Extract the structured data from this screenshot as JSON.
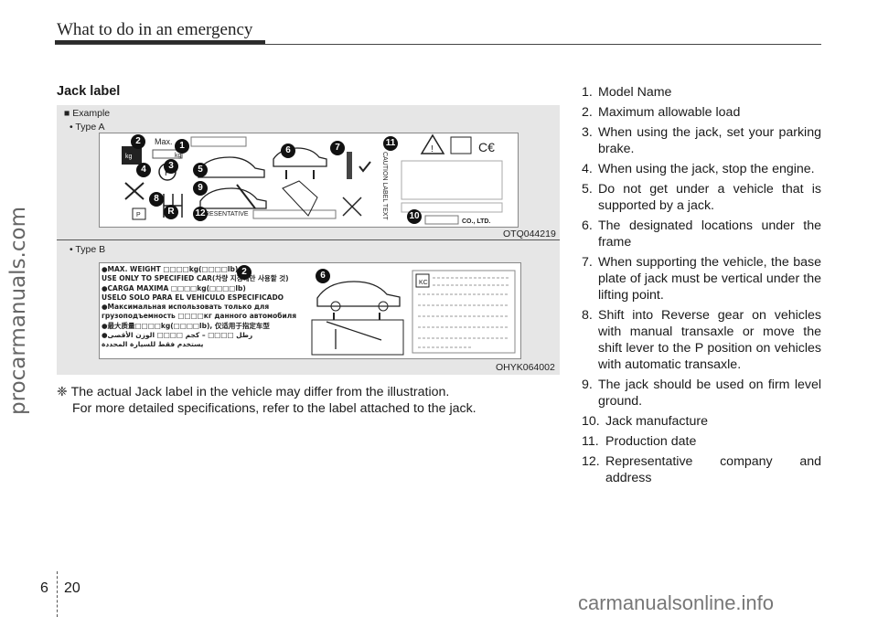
{
  "header": {
    "title": "What to do in an emergency"
  },
  "side_watermark": "procarmanuals.com",
  "section": {
    "title": "Jack label"
  },
  "figure": {
    "example_label": "■ Example",
    "type_a_label": "• Type A",
    "type_a_code": "OTQ044219",
    "type_b_label": "• Type B",
    "type_b_code": "OHYK064002",
    "type_a_texts": {
      "max": "Max.",
      "kg": "kg",
      "resentative": "RESENTATIVE",
      "co_ltd": "CO., LTD."
    },
    "type_b_texts": {
      "line1": "●MAX. WEIGHT □□□□kg(□□□□lb)",
      "line2": "USE ONLY TO SPECIFIED CAR(차량 지정에만 사용할 것)",
      "line3": "●CARGA MAXIMA □□□□kg(□□□□lb)",
      "line4": "USELO SOLO PARA EL VEHICULO ESPECIFICADO",
      "line5": "●Максимальная использовать только для",
      "line6": "грузоподъемность □□□□кг данного автомобиля",
      "line7": "●最大质量□□□□kg(□□□□lb), 仅适用于指定车型",
      "line8": "●رطل □□□□ – كجم □□□□ الوزن الأقصى",
      "line9": "يستخدم فقط للسيارة المحددة"
    }
  },
  "note": {
    "symbol": "❈",
    "line1": "The actual Jack label in the vehicle may differ from the illustration.",
    "line2": "For more detailed specifications, refer to the label attached to the jack."
  },
  "list": [
    {
      "n": "1.",
      "t": "Model Name"
    },
    {
      "n": "2.",
      "t": "Maximum allowable load"
    },
    {
      "n": "3.",
      "t": "When using the jack, set your parking brake."
    },
    {
      "n": "4.",
      "t": "When using the jack, stop the engine."
    },
    {
      "n": "5.",
      "t": "Do not get under a vehicle that is supported by a jack."
    },
    {
      "n": "6.",
      "t": "The designated locations under the frame"
    },
    {
      "n": "7.",
      "t": "When supporting the vehicle, the base plate of jack must be vertical under the lifting point."
    },
    {
      "n": "8.",
      "t": "Shift into Reverse gear on vehicles with manual transaxle or move the shift lever to the P position on vehicles with automatic transaxle."
    },
    {
      "n": "9.",
      "t": "The jack should be used on firm level ground."
    },
    {
      "n": "10.",
      "t": "Jack manufacture"
    },
    {
      "n": "11.",
      "t": "Production date"
    },
    {
      "n": "12.",
      "t": "Representative company and address"
    }
  ],
  "footer": {
    "chapter": "6",
    "page": "20"
  },
  "bottom_watermark": "carmanualsonline.info"
}
